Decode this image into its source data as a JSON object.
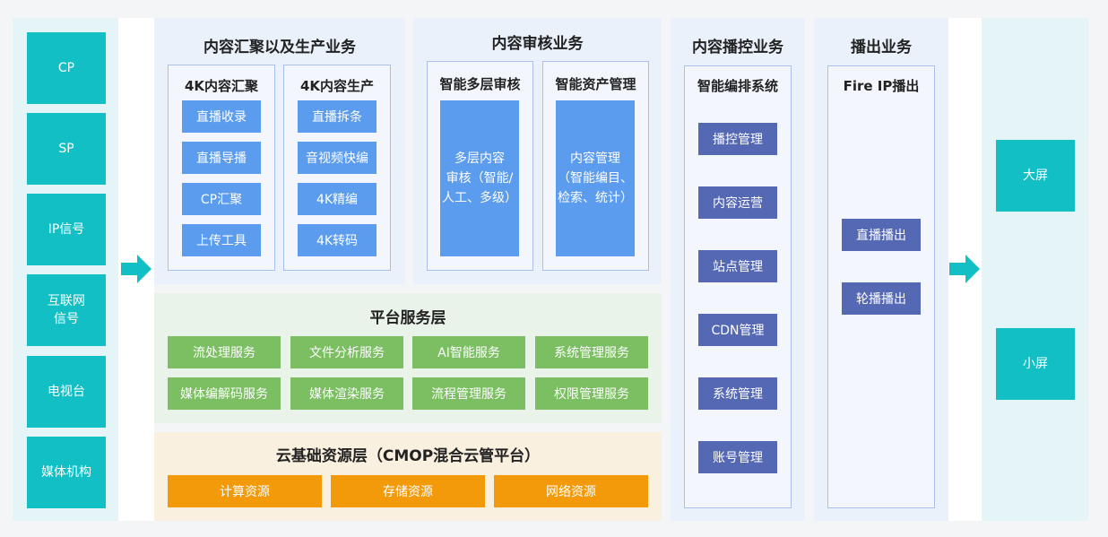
{
  "sources": [
    "CP",
    "SP",
    "IP信号",
    "互联网\n信号",
    "电视台",
    "媒体机构"
  ],
  "outputs": [
    "大屏",
    "小屏"
  ],
  "aggregation": {
    "title": "内容汇聚以及生产业务",
    "gather": {
      "title": "4K内容汇聚",
      "items": [
        "直播收录",
        "直播导播",
        "CP汇聚",
        "上传工具"
      ]
    },
    "produce": {
      "title": "4K内容生产",
      "items": [
        "直播拆条",
        "音视频快编",
        "4K精编",
        "4K转码"
      ]
    }
  },
  "review": {
    "title": "内容审核业务",
    "multi": {
      "title": "智能多层审核",
      "body": "多层内容\n审核（智能/\n人工、多级）"
    },
    "asset": {
      "title": "智能资产管理",
      "body": "内容管理\n（智能编目、\n检索、统计）"
    }
  },
  "platform": {
    "title": "平台服务层",
    "items": [
      "流处理服务",
      "文件分析服务",
      "AI智能服务",
      "系统管理服务",
      "媒体编解码服务",
      "媒体渲染服务",
      "流程管理服务",
      "权限管理服务"
    ]
  },
  "cloud": {
    "title": "云基础资源层（CMOP混合云管平台）",
    "items": [
      "计算资源",
      "存储资源",
      "网络资源"
    ]
  },
  "broadcast_control": {
    "title": "内容播控业务",
    "system": {
      "title": "智能编排系统",
      "items": [
        "播控管理",
        "内容运营",
        "站点管理",
        "CDN管理",
        "系统管理",
        "账号管理"
      ]
    }
  },
  "playout": {
    "title": "播出业务",
    "system": {
      "title": "Fire IP播出",
      "items": [
        "直播播出",
        "轮播播出"
      ]
    }
  },
  "colors": {
    "teal": "#12bfc5",
    "blue": "#5b9cef",
    "green": "#7bbf62",
    "orange": "#f39a0b",
    "navy": "#5468b4"
  },
  "icons": {
    "flow_arrow": "arrow-right-icon"
  }
}
